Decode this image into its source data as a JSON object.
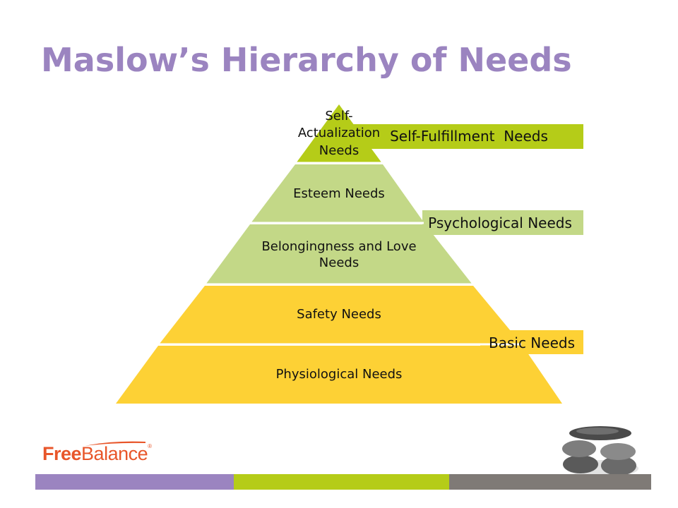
{
  "title": "Maslow’s Hierarchy of Needs",
  "tiers": [
    {
      "lines": [
        "Self-",
        "Actualization",
        "Needs"
      ],
      "color": "#b5cc18"
    },
    {
      "lines": [
        "Esteem Needs"
      ],
      "color": "#c3d887"
    },
    {
      "lines": [
        "Belongingness and Love",
        "Needs"
      ],
      "color": "#c3d887"
    },
    {
      "lines": [
        "Safety Needs"
      ],
      "color": "#fdd135"
    },
    {
      "lines": [
        "Physiological Needs"
      ],
      "color": "#fdd135"
    }
  ],
  "categories": [
    {
      "label": "Self-Fulfillment  Needs",
      "color": "#b5cc18"
    },
    {
      "label": "Psychological Needs",
      "color": "#c3d887"
    },
    {
      "label": "Basic Needs",
      "color": "#fdd135"
    }
  ],
  "logo": {
    "part1": "Free",
    "part2": "Balance",
    "mark": "®",
    "color": "#e8562a"
  },
  "footer_colors": [
    "#9b84c0",
    "#b5cc18",
    "#7f7a76"
  ],
  "colors": {
    "title": "#9b84c0",
    "green_dark": "#b5cc18",
    "green_light": "#c3d887",
    "yellow": "#fdd135"
  }
}
